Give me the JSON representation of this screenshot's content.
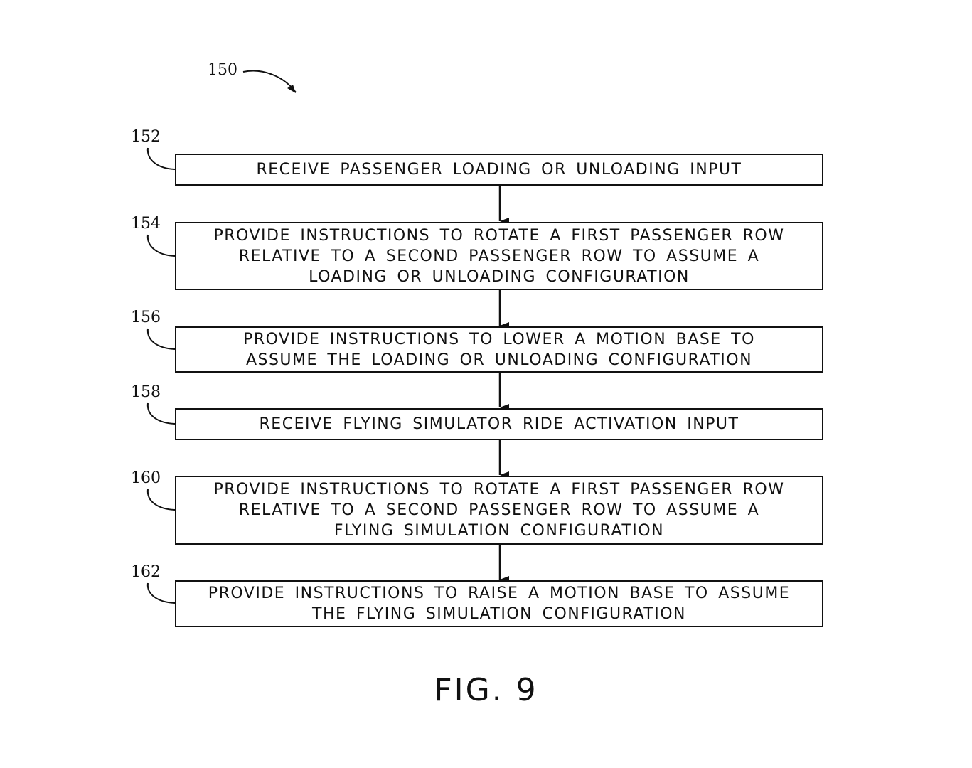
{
  "figure": {
    "label": "FIG. 9",
    "ref": "150"
  },
  "steps": [
    {
      "ref": "152",
      "text": "RECEIVE PASSENGER LOADING OR UNLOADING INPUT"
    },
    {
      "ref": "154",
      "text": "PROVIDE INSTRUCTIONS TO ROTATE A FIRST PASSENGER ROW\nRELATIVE TO A SECOND PASSENGER ROW TO ASSUME A\nLOADING OR UNLOADING CONFIGURATION"
    },
    {
      "ref": "156",
      "text": "PROVIDE INSTRUCTIONS TO LOWER A MOTION BASE TO\nASSUME THE LOADING OR UNLOADING CONFIGURATION"
    },
    {
      "ref": "158",
      "text": "RECEIVE FLYING SIMULATOR RIDE ACTIVATION INPUT"
    },
    {
      "ref": "160",
      "text": "PROVIDE INSTRUCTIONS TO ROTATE A FIRST PASSENGER ROW\nRELATIVE TO A SECOND PASSENGER ROW TO ASSUME A\nFLYING SIMULATION CONFIGURATION"
    },
    {
      "ref": "162",
      "text": "PROVIDE INSTRUCTIONS TO RAISE A MOTION BASE TO ASSUME\nTHE FLYING SIMULATION CONFIGURATION"
    }
  ]
}
